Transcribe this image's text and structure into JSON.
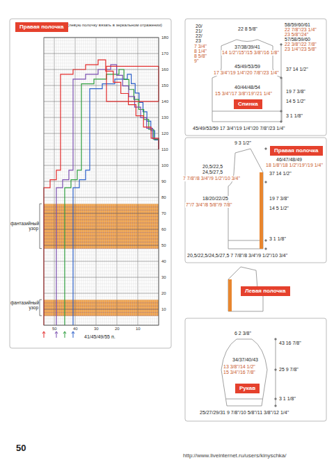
{
  "diagram": {
    "nodes": [
      {
        "text": [
          "Правая полочка"
        ]
      },
      {
        "text": [
          "Спинка"
        ]
      },
      {
        "text": [
          "Правая полочка"
        ]
      },
      {
        "text": [
          "Левая полочка"
        ]
      },
      {
        "text": [
          "Рукав"
        ]
      }
    ],
    "labels": [
      "(левую полочку вязать в зеркальном отражении)",
      "10",
      "20",
      "30",
      "40",
      "50",
      "60",
      "70",
      "80",
      "90",
      "100",
      "110",
      "120",
      "130",
      "140",
      "150",
      "160",
      "170",
      "180",
      "50",
      "40",
      "30",
      "20",
      "10",
      "41/45/49/55 п.",
      "фантазийный узор",
      "фантазийный узор",
      "20/",
      "21/",
      "22/",
      "23",
      "7 3/4\"",
      "8 1/4\"",
      "8 5/8\"",
      "9\"",
      "22 8 5/8\"",
      "37/38/39/41",
      "14 1/2\"/15\"/15 3/8\"/16 1/8\"",
      "58/59/60/61",
      "22 7/8\"/23 1/4\"",
      "23 5/8\"/24\"",
      "57/58/59/60",
      "22 3/8\"/22 7/8\"",
      "23 1/4\"/23 5/8\"",
      "45/49/53/59",
      "17 3/4\"/19 1/4\"/20 7/8\"/23 1/4\"",
      "37 14 1/2\"",
      "40/44/48/54",
      "15 3/4\"/17 3/8\"/19\"/21 1/4\"",
      "19 7 3/8\"",
      "14 5 1/2\"",
      "3 1 1/8\"",
      "45/49/53/59 17 3/4\"/19 1/4\"/20 7/8\"/23 1/4\"",
      "9 3 1/2\"",
      "46/47/48/49",
      "18 1/8\"/18 1/2\"/19\"/19 1/4\"",
      "37 14 1/2\"",
      "20,5/22,5",
      "24,5/27,5",
      "7 7/8\"/8 3/4\"/9 1/2\"/10 3/4\"",
      "19 7 3/8\"",
      "18/20/22/25",
      "7\"/7 3/4\"/8 5/8\"/9 7/8\"",
      "14 5 1/2\"",
      "3 1 1/8\"",
      "20,5/22,5/24,5/27,5 7 7/8\"/8 3/4\"/9 1/2\"/10 3/4\"",
      "6 2 3/8\"",
      "43 16 7/8\"",
      "34/37/40/43",
      "13 3/8\"/14 1/2\"",
      "15 3/4\"/16 7/8\"",
      "25 9 7/8\"",
      "3 1 1/8\"",
      "25/27/29/31 9 7/8\"/10 5/8\"/11 3/8\"/12 1/4\"",
      "50",
      "http://www.liveinternet.ru/users/kinyschka/"
    ]
  }
}
